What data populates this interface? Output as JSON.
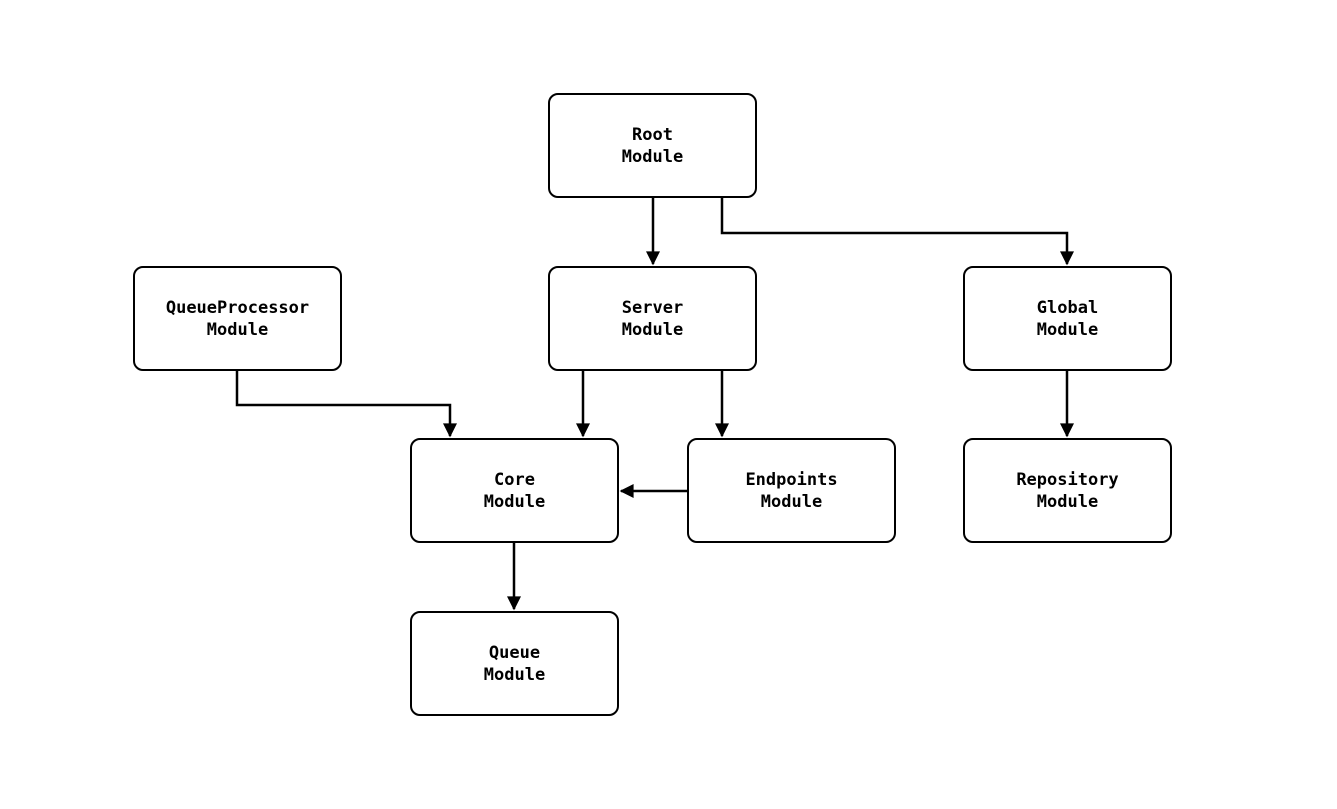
{
  "diagram": {
    "type": "module-dependency-graph",
    "colors": {
      "background": "#ffffff",
      "node_fill": "#ffffff",
      "node_border": "#000000",
      "edge": "#000000",
      "text": "#000000"
    },
    "nodes": {
      "root": {
        "line1": "Root",
        "line2": "Module"
      },
      "queueprocessor": {
        "line1": "QueueProcessor",
        "line2": "Module"
      },
      "server": {
        "line1": "Server",
        "line2": "Module"
      },
      "global": {
        "line1": "Global",
        "line2": "Module"
      },
      "core": {
        "line1": "Core",
        "line2": "Module"
      },
      "endpoints": {
        "line1": "Endpoints",
        "line2": "Module"
      },
      "repository": {
        "line1": "Repository",
        "line2": "Module"
      },
      "queue": {
        "line1": "Queue",
        "line2": "Module"
      }
    },
    "edges": [
      {
        "from": "root",
        "to": "server"
      },
      {
        "from": "root",
        "to": "global"
      },
      {
        "from": "queueprocessor",
        "to": "core"
      },
      {
        "from": "server",
        "to": "core"
      },
      {
        "from": "server",
        "to": "endpoints"
      },
      {
        "from": "global",
        "to": "repository"
      },
      {
        "from": "endpoints",
        "to": "core"
      },
      {
        "from": "core",
        "to": "queue"
      }
    ]
  }
}
